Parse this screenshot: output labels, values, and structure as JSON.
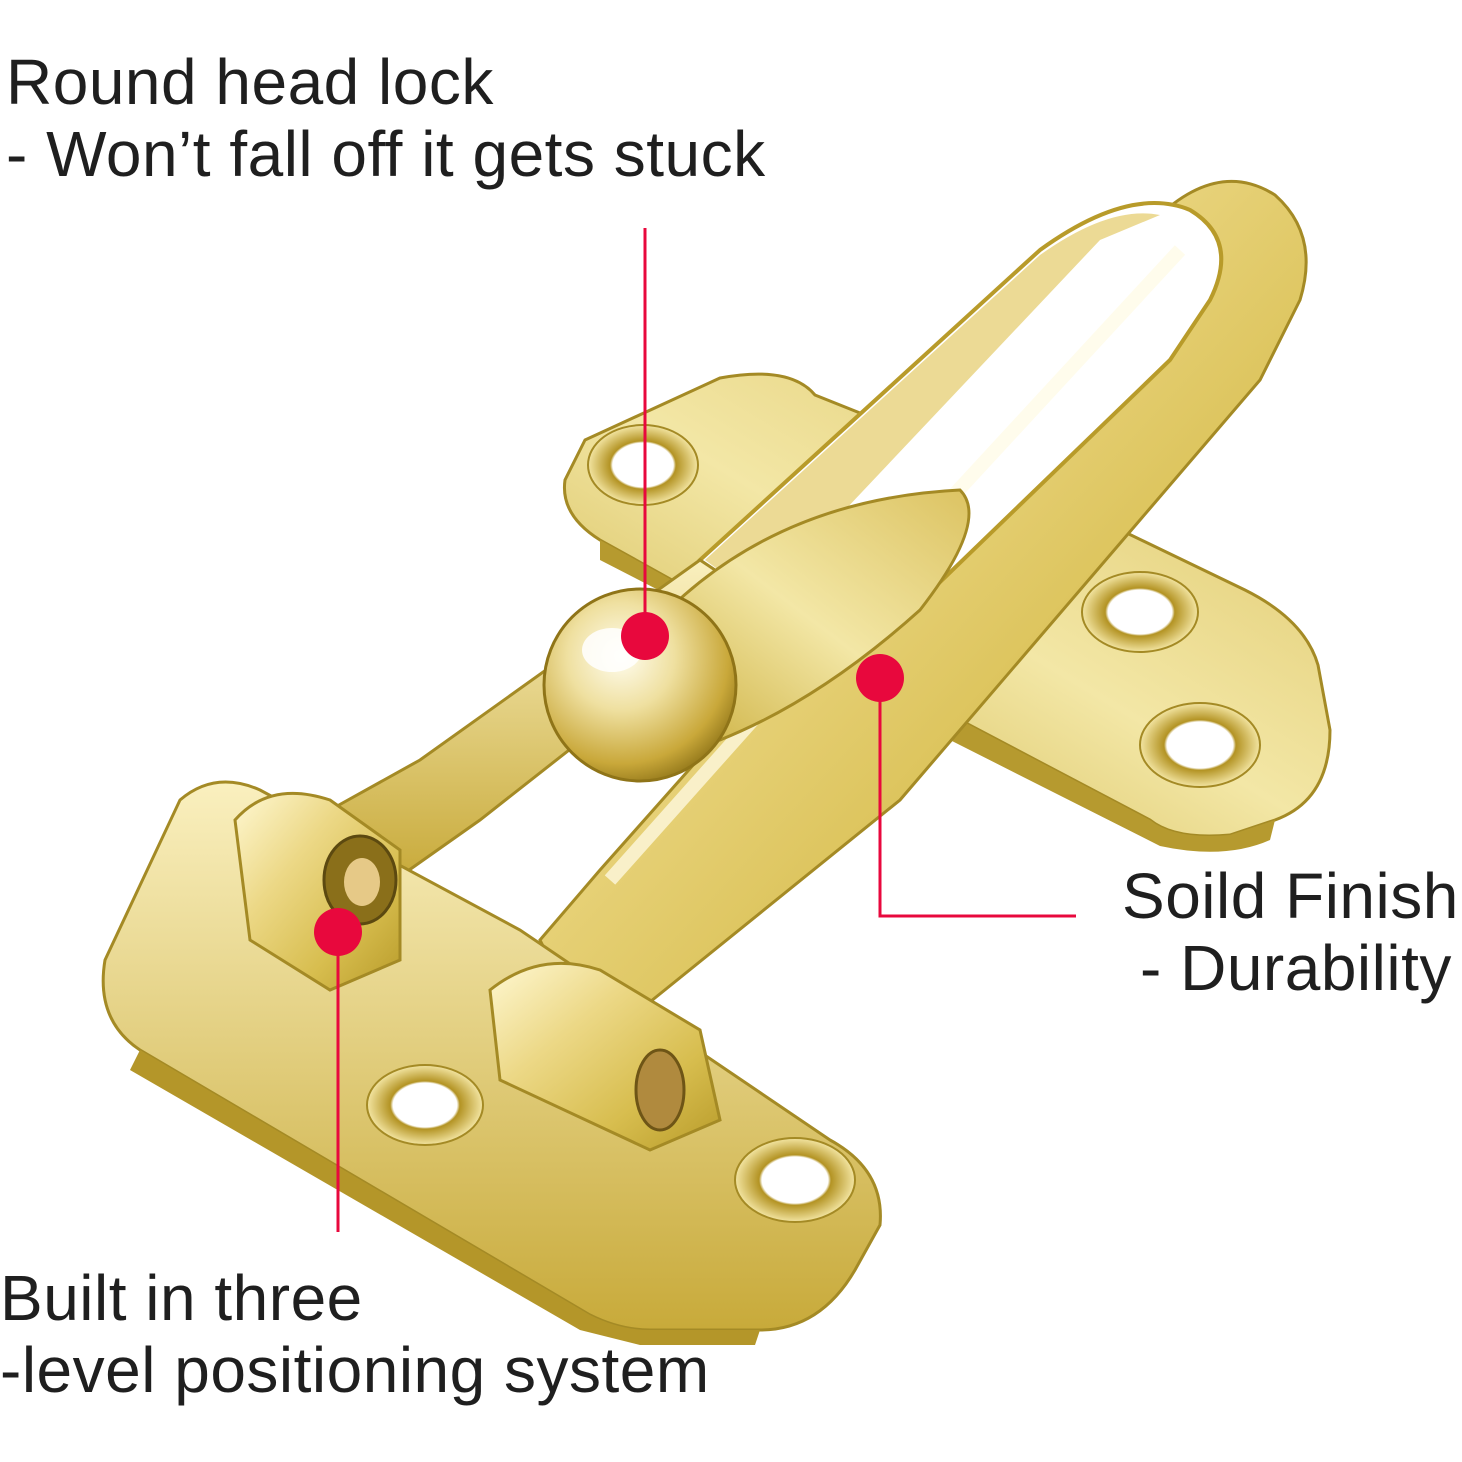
{
  "callouts": {
    "round_head": {
      "line1": "Round head lock",
      "line2": "- Won’t fall off it gets stuck"
    },
    "solid_finish": {
      "line1": "Soild Finish",
      "line2": "- Durability"
    },
    "positioning": {
      "line1": "Built in three",
      "line2": "-level positioning system"
    }
  },
  "colors": {
    "callout_marker": "#e8083d",
    "text": "#1f1f1f",
    "brass_light": "#f7ecb0",
    "brass_mid": "#e2cc62",
    "brass_dark": "#a88a1e"
  }
}
